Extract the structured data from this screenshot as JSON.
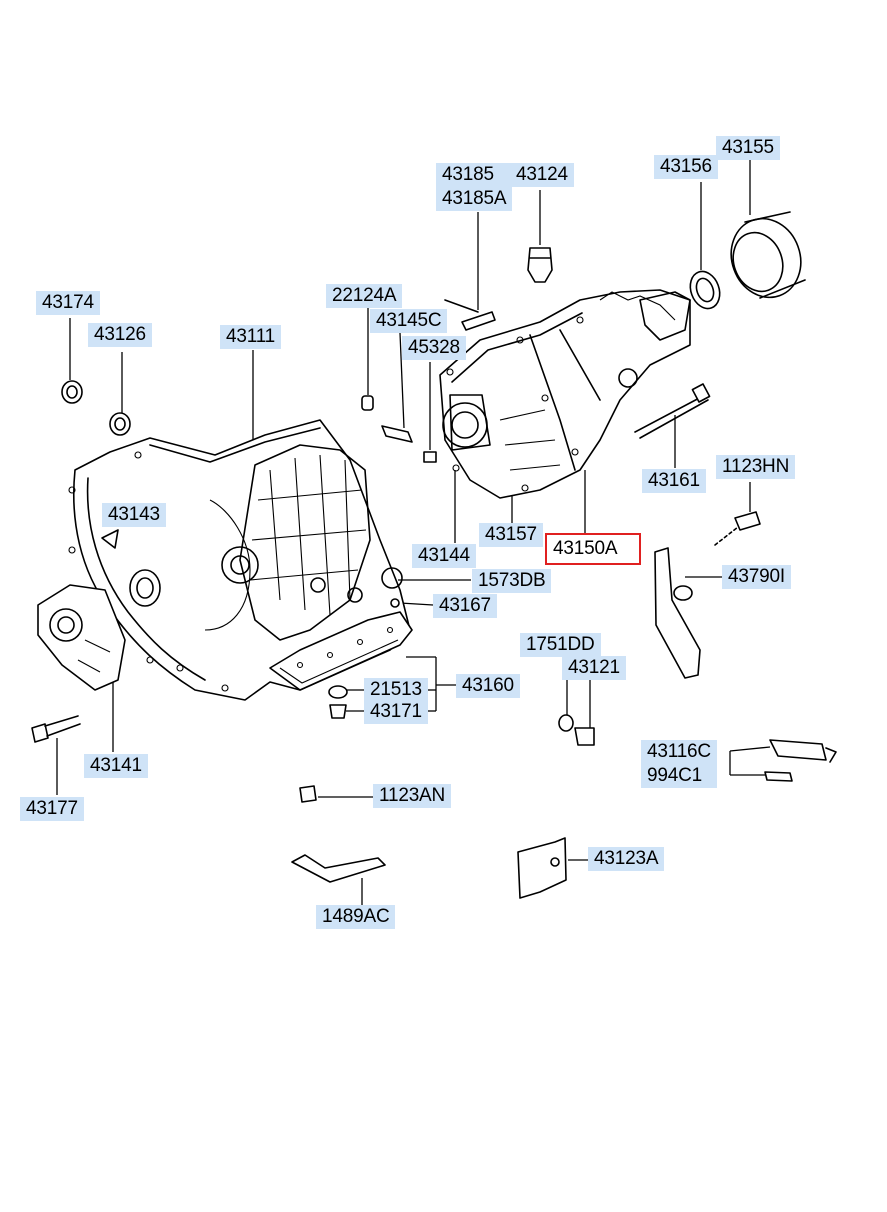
{
  "labels": {
    "p43155": "43155",
    "p43156": "43156",
    "p43185": "43185",
    "p43185A": "43185A",
    "p43124": "43124",
    "p43174": "43174",
    "p22124A": "22124A",
    "p43126": "43126",
    "p43111": "43111",
    "p43145C": "43145C",
    "p45328": "45328",
    "p43161": "43161",
    "p1123HN": "1123HN",
    "p43143": "43143",
    "p43157": "43157",
    "p43144": "43144",
    "p43150A": "43150A",
    "p1573DB": "1573DB",
    "p43790I": "43790I",
    "p43167": "43167",
    "p1751DD": "1751DD",
    "p43121": "43121",
    "p21513": "21513",
    "p43160": "43160",
    "p43171": "43171",
    "p43141": "43141",
    "p43116C": "43116C",
    "p994C1": "994C1",
    "p43177": "43177",
    "p1123AN": "1123AN",
    "p43123A": "43123A",
    "p1489AC": "1489AC"
  },
  "highlight": {
    "part": "43150A",
    "color": "#e02020"
  },
  "colors": {
    "label_bg": "#cfe3f7",
    "ink": "#000000"
  }
}
